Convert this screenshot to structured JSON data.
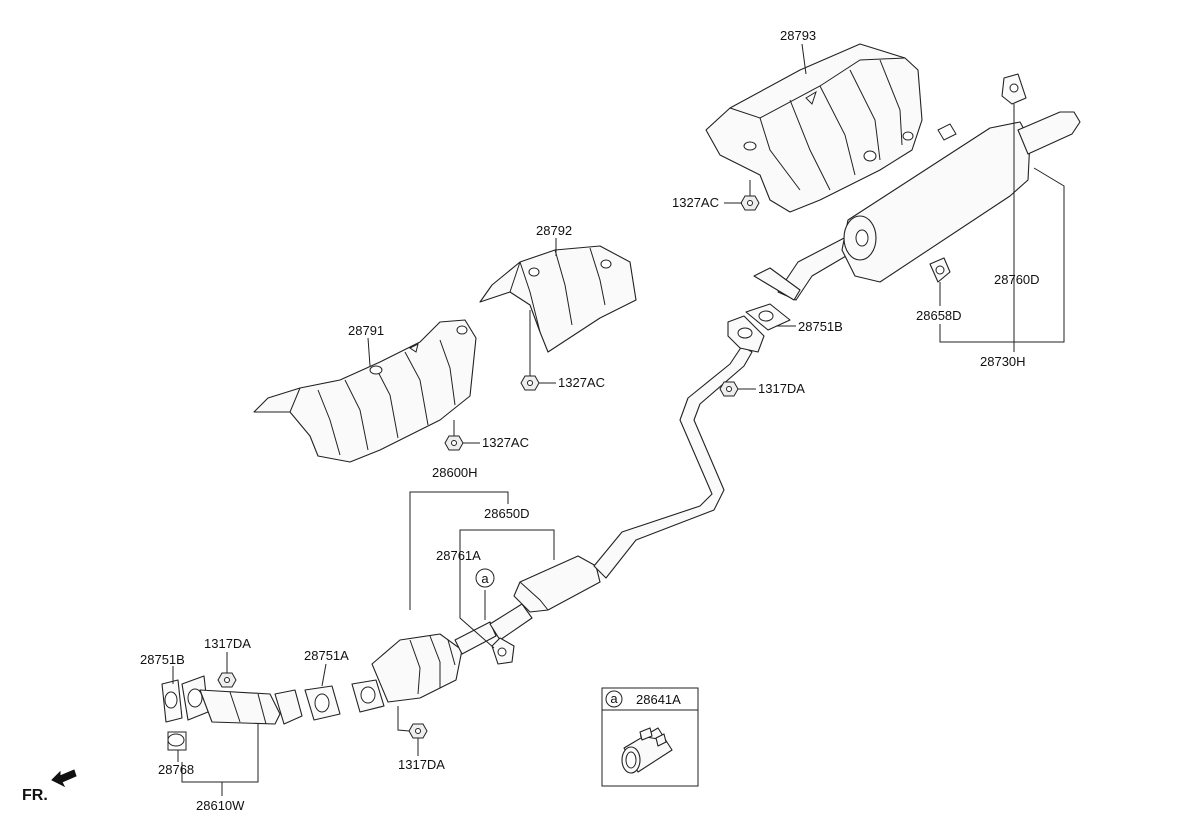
{
  "labels": {
    "p28793": "28793",
    "p28792": "28792",
    "p28791": "28791",
    "p1327ac_top": "1327AC",
    "p1327ac_mid": "1327AC",
    "p1327ac_low": "1327AC",
    "p28751b_right": "28751B",
    "p1317da_mid": "1317DA",
    "p28760d": "28760D",
    "p28658d": "28658D",
    "p28730h": "28730H",
    "p28600h": "28600H",
    "p28650d": "28650D",
    "p28761a": "28761A",
    "circle_a_main": "a",
    "p28751b_left": "28751B",
    "p1317da_left": "1317DA",
    "p28751a": "28751A",
    "p1317da_bottom": "1317DA",
    "p28768": "28768",
    "p28610w": "28610W",
    "fr": "FR."
  },
  "inset": {
    "circle": "a",
    "part": "28641A"
  }
}
